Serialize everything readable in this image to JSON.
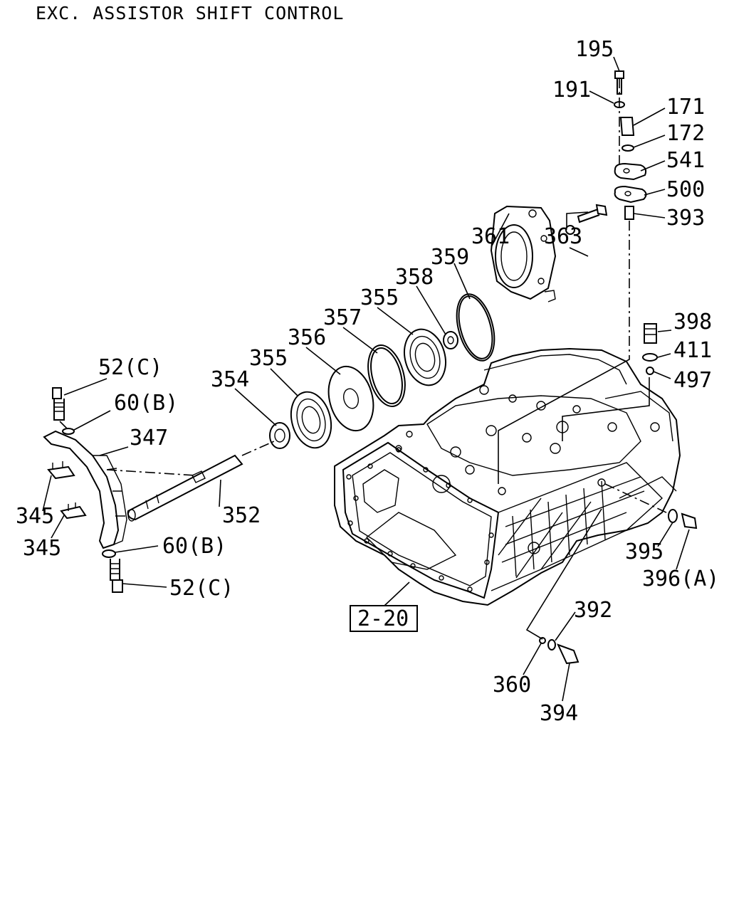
{
  "title": "EXC. ASSISTOR SHIFT CONTROL",
  "reference_box": "2-20",
  "labels": {
    "p195": "195",
    "p191": "191",
    "p171": "171",
    "p172": "172",
    "p541": "541",
    "p500": "500",
    "p393": "393",
    "p361": "361",
    "p363": "363",
    "p359": "359",
    "p358": "358",
    "p355a": "355",
    "p357": "357",
    "p356": "356",
    "p355b": "355",
    "p354": "354",
    "p398": "398",
    "p411": "411",
    "p497": "497",
    "p52c_top": "52(C)",
    "p60b_top": "60(B)",
    "p347": "347",
    "p345a": "345",
    "p345b": "345",
    "p352": "352",
    "p60b_bot": "60(B)",
    "p52c_bot": "52(C)",
    "p395": "395",
    "p396a": "396(A)",
    "p392": "392",
    "p360": "360",
    "p394": "394"
  }
}
